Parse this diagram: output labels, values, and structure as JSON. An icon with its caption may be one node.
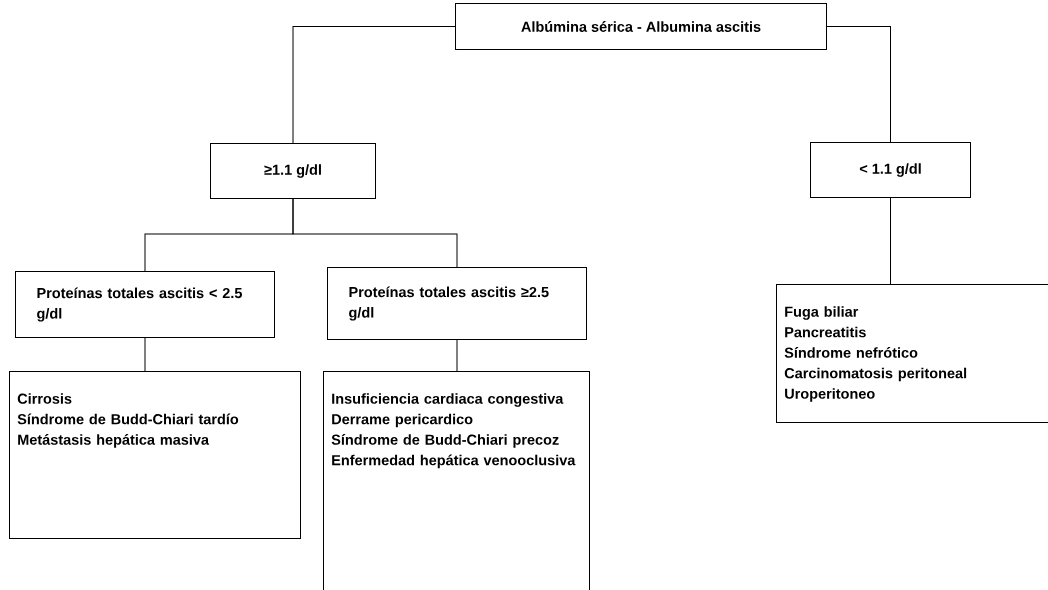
{
  "diagram": {
    "nodes": [
      {
        "text": [
          "Albúmina sérica - Albumina ascitis"
        ]
      },
      {
        "text": [
          "≥1.1 g/dl"
        ]
      },
      {
        "text": [
          "< 1.1 g/dl"
        ]
      },
      {
        "text": [
          "Proteínas totales ascitis < 2.5 g/dl"
        ]
      },
      {
        "text": [
          "Proteínas totales ascitis ≥2.5 g/dl"
        ]
      },
      {
        "text": [
          "Cirrosis",
          "Síndrome de Budd-Chiari tardío",
          "Metástasis hepática masiva"
        ]
      },
      {
        "text": [
          "Insuficiencia cardiaca congestiva",
          "Derrame pericardico",
          "Síndrome de Budd-Chiari precoz",
          "Enfermedad hepática venooclusiva"
        ]
      },
      {
        "text": [
          "Fuga biliar",
          "Pancreatitis",
          "Síndrome nefrótico",
          "Carcinomatosis peritoneal",
          "Uroperitoneo"
        ]
      }
    ],
    "edges": [
      {
        "from": 0,
        "to": 1,
        "arrow": "none"
      },
      {
        "from": 0,
        "to": 2,
        "arrow": "none"
      },
      {
        "from": 1,
        "to": 3,
        "arrow": "none"
      },
      {
        "from": 1,
        "to": 4,
        "arrow": "none"
      },
      {
        "from": 3,
        "to": 5,
        "arrow": "none"
      },
      {
        "from": 4,
        "to": 6,
        "arrow": "none"
      },
      {
        "from": 2,
        "to": 7,
        "arrow": "none"
      }
    ]
  }
}
